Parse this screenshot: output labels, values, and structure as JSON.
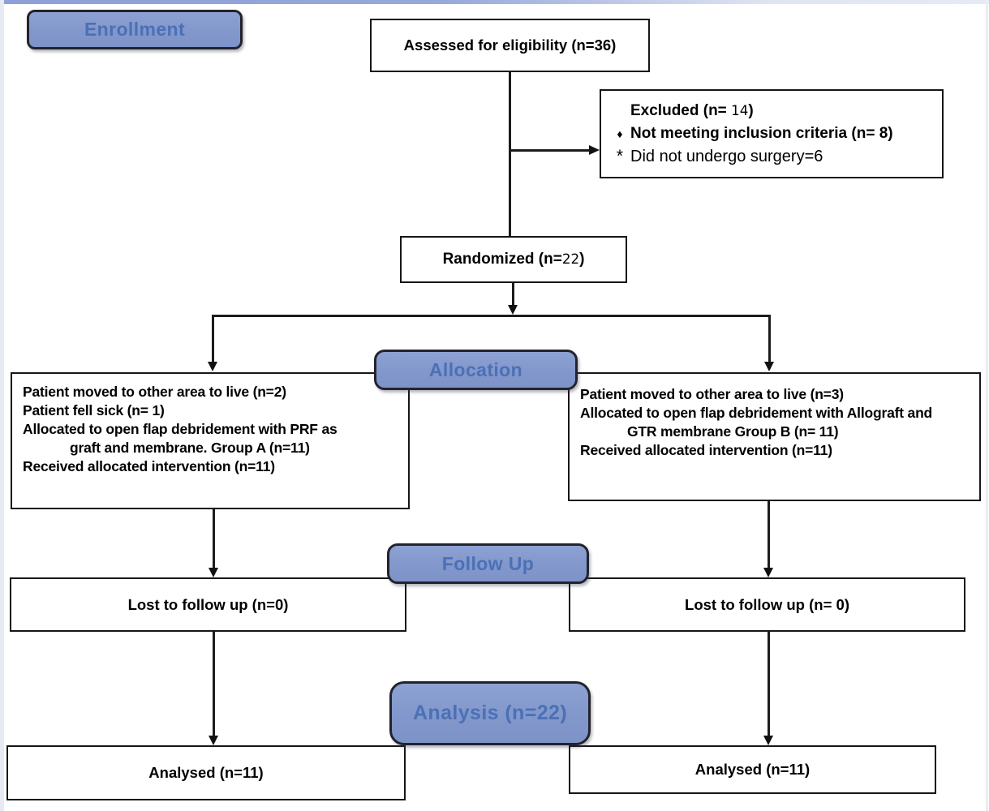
{
  "stages": {
    "enrollment": "Enrollment",
    "allocation": "Allocation",
    "follow_up": "Follow Up",
    "analysis_prefix": "Analysis (n=",
    "analysis_n": "22",
    "analysis_suffix": ")"
  },
  "boxes": {
    "assessed": "Assessed for eligibility (n=36)",
    "excluded": {
      "title_prefix": "Excluded (n= ",
      "title_n": "14",
      "title_suffix": ")",
      "items": [
        {
          "bullet": "♦",
          "text": "Not meeting inclusion criteria (n= 8)"
        },
        {
          "bullet": "*",
          "text": "Did not undergo surgery=6"
        }
      ]
    },
    "randomized_prefix": "Randomized (n=",
    "randomized_n": "22",
    "randomized_suffix": ")",
    "allocation_group_a": {
      "lines": [
        "Patient moved to other area to live (n=2)",
        "Patient fell sick (n= 1)",
        "Allocated to open flap debridement with PRF as",
        "graft and membrane. Group A (n=11)",
        "Received allocated intervention (n=11)"
      ]
    },
    "allocation_group_b": {
      "lines": [
        "Patient moved to other area to live (n=3)",
        "Allocated to open flap debridement with Allograft and",
        "GTR membrane Group B (n= 11)",
        "Received allocated intervention (n=11)"
      ]
    },
    "follow_up_left": "Lost to follow up (n=0)",
    "follow_up_right": "Lost to follow up (n= 0)",
    "analysed_left": "Analysed (n=11)",
    "analysed_right": "Analysed (n=11)"
  },
  "colors": {
    "badge_fill": "#8297cb",
    "badge_text": "#4b70b6",
    "box_border": "#161616",
    "connector": "#1c1c1c",
    "top_accent": "#8da0d7"
  }
}
